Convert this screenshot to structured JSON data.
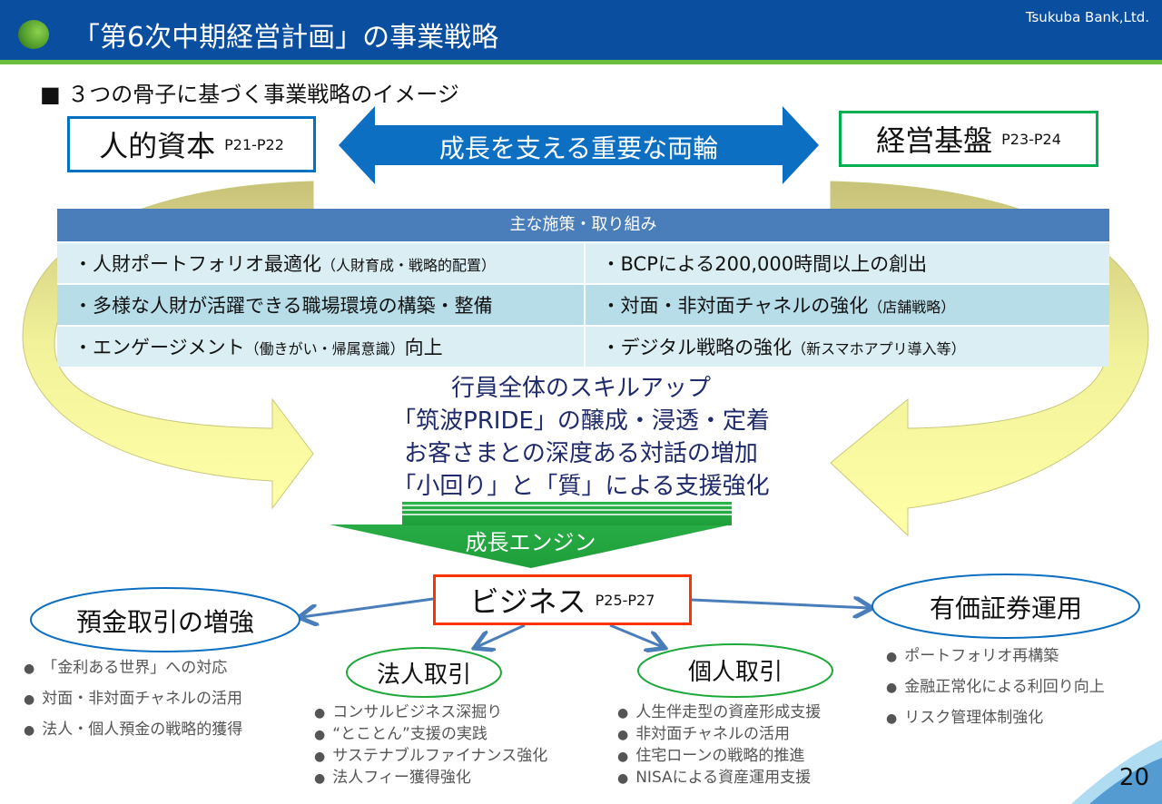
{
  "header": {
    "title": "「第6次中期経営計画」の事業戦略",
    "brand": "Tsukuba Bank,Ltd."
  },
  "subtitle": "■ ３つの骨子に基づく事業戦略のイメージ",
  "pillars": {
    "human": {
      "label": "人的資本",
      "pages": "P21-P22",
      "color": "#0070c0"
    },
    "base": {
      "label": "経営基盤",
      "pages": "P23-P24",
      "color": "#00b050"
    },
    "arrow_label": "成長を支える重要な両輪"
  },
  "table": {
    "header": "主な施策・取り組み",
    "rows": [
      [
        {
          "main": "・人財ポートフォリオ最適化",
          "note": "（人財育成・戦略的配置）",
          "tail": ""
        },
        {
          "main": "・BCPによる200,000時間以上の創出",
          "note": "",
          "tail": ""
        }
      ],
      [
        {
          "main": "・多様な人財が活躍できる職場環境の構築・整備",
          "note": "",
          "tail": ""
        },
        {
          "main": "・対面・非対面チャネルの強化",
          "note": "（店舗戦略）",
          "tail": ""
        }
      ],
      [
        {
          "main": "・エンゲージメント",
          "note": "（働きがい・帰属意識）",
          "tail": "向上"
        },
        {
          "main": "・デジタル戦略の強化",
          "note": "（新スマホアプリ導入等）",
          "tail": ""
        }
      ]
    ]
  },
  "center_lines": [
    "行員全体のスキルアップ",
    "「筑波PRIDE」の醸成・浸透・定着",
    "お客さまとの深度ある対話の増加",
    "「小回り」と「質」による支援強化"
  ],
  "engine": "成長エンジン",
  "business": {
    "label": "ビジネス",
    "pages": "P25-P27",
    "color": "#ff3300"
  },
  "deposit": {
    "label": "預金取引の増強",
    "items": [
      "「金利ある世界」への対応",
      "対面・非対面チャネルの活用",
      "法人・個人預金の戦略的獲得"
    ]
  },
  "securities": {
    "label": "有価証券運用",
    "items": [
      "ポートフォリオ再構築",
      "金融正常化による利回り向上",
      "リスク管理体制強化"
    ]
  },
  "corporate": {
    "label": "法人取引",
    "items": [
      "コンサルビジネス深掘り",
      "“とことん”支援の実践",
      "サステナブルファイナンス強化",
      "法人フィー獲得強化"
    ]
  },
  "personal": {
    "label": "個人取引",
    "items": [
      "人生伴走型の資産形成支援",
      "非対面チャネルの活用",
      "住宅ローンの戦略的推進",
      "NISAによる資産運用支援"
    ]
  },
  "page_number": "20"
}
